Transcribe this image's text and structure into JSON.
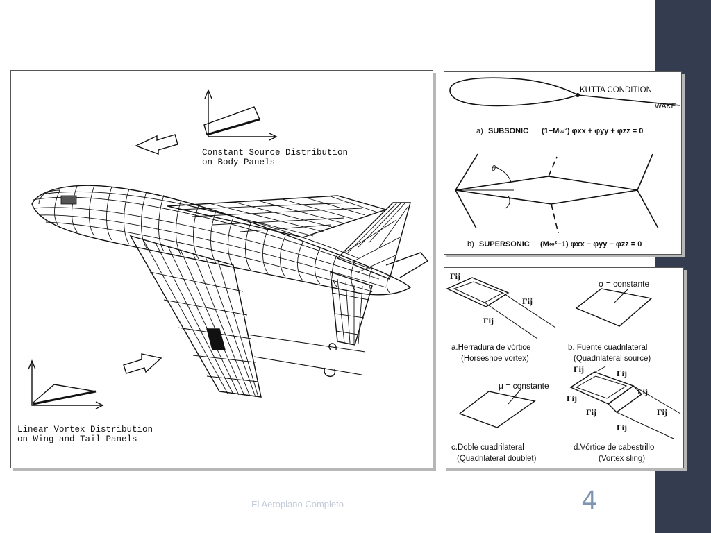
{
  "slide": {
    "footer": "El Aeroplano Completo",
    "number": "4"
  },
  "plane_panel": {
    "source_label_1": "Constant Source Distribution",
    "source_label_2": "on Body Panels",
    "vortex_label_1": "Linear Vortex Distribution",
    "vortex_label_2": "on Wing and Tail Panels"
  },
  "flow_panel": {
    "kutta": "KUTTA CONDITION",
    "wake": "WAKE",
    "subsonic_prefix": "a)",
    "subsonic_label": "SUBSONIC",
    "subsonic_eq": "(1−M∞²) φxx + φyy + φzz = 0",
    "theta": "θ",
    "supersonic_prefix": "b)",
    "supersonic_label": "SUPERSONIC",
    "supersonic_eq": "(M∞²−1) φxx − φyy − φzz = 0"
  },
  "singularity_panel": {
    "gamma": "Γij",
    "sigma_label": "σ = constante",
    "mu_label": "μ = constante",
    "a_line1": "a.Herradura de vórtice",
    "a_line2": "(Horseshoe vortex)",
    "b_line1": "b. Fuente cuadrilateral",
    "b_line2": "(Quadrilateral source)",
    "c_line1": "c.Doble  cuadrilateral",
    "c_line2": "(Quadrilateral doublet)",
    "d_line1": "d.Vórtice de cabestrillo",
    "d_line2": "(Vortex sling)"
  }
}
